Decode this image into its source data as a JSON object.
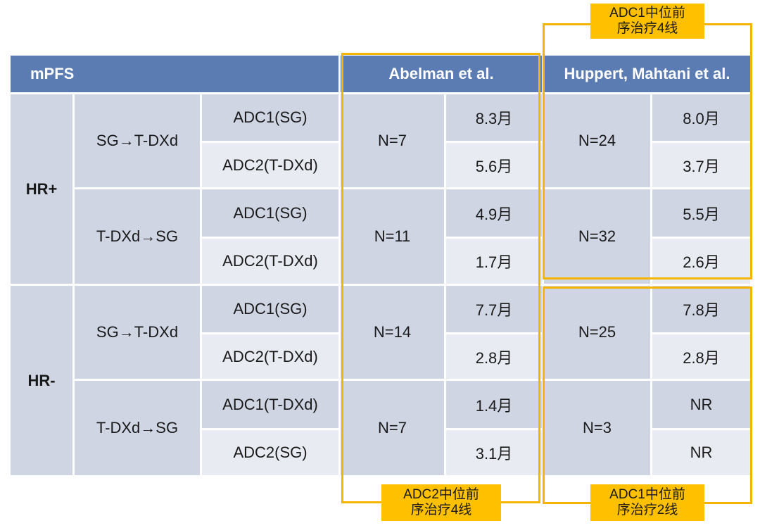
{
  "chart_data": {
    "type": "table",
    "header": {
      "metric": "mPFS",
      "study1": "Abelman et al.",
      "study2": "Huppert, Mahtani et al."
    },
    "groups": [
      {
        "hr": "HR+",
        "sequences": [
          {
            "seq": "SG→T-DXd",
            "lines": [
              "ADC1(SG)",
              "ADC2(T-DXd)"
            ],
            "study1_n": "N=7",
            "study1_values": [
              "8.3月",
              "5.6月"
            ],
            "study2_n": "N=24",
            "study2_values": [
              "8.0月",
              "3.7月"
            ]
          },
          {
            "seq": "T-DXd→SG",
            "lines": [
              "ADC1(SG)",
              "ADC2(T-DXd)"
            ],
            "study1_n": "N=11",
            "study1_values": [
              "4.9月",
              "1.7月"
            ],
            "study2_n": "N=32",
            "study2_values": [
              "5.5月",
              "2.6月"
            ]
          }
        ]
      },
      {
        "hr": "HR-",
        "sequences": [
          {
            "seq": "SG→T-DXd",
            "lines": [
              "ADC1(SG)",
              "ADC2(T-DXd)"
            ],
            "study1_n": "N=14",
            "study1_values": [
              "7.7月",
              "2.8月"
            ],
            "study2_n": "N=25",
            "study2_values": [
              "7.8月",
              "2.8月"
            ]
          },
          {
            "seq": "T-DXd→SG",
            "lines": [
              "ADC1(T-DXd)",
              "ADC2(SG)"
            ],
            "study1_n": "N=7",
            "study1_values": [
              "1.4月",
              "3.1月"
            ],
            "study2_n": "N=3",
            "study2_values": [
              "NR",
              "NR"
            ]
          }
        ]
      }
    ]
  },
  "annotations": {
    "study1_box": [
      "ADC2中位前",
      "序治疗4线"
    ],
    "study2_top_box": [
      "ADC1中位前",
      "序治疗4线"
    ],
    "study2_bottom_box": [
      "ADC1中位前",
      "序治疗2线"
    ]
  },
  "colors": {
    "header": "#5b7bb3",
    "cell_dark": "#cfd5e3",
    "cell_light": "#e8ebf1",
    "highlight": "#ffc000"
  }
}
